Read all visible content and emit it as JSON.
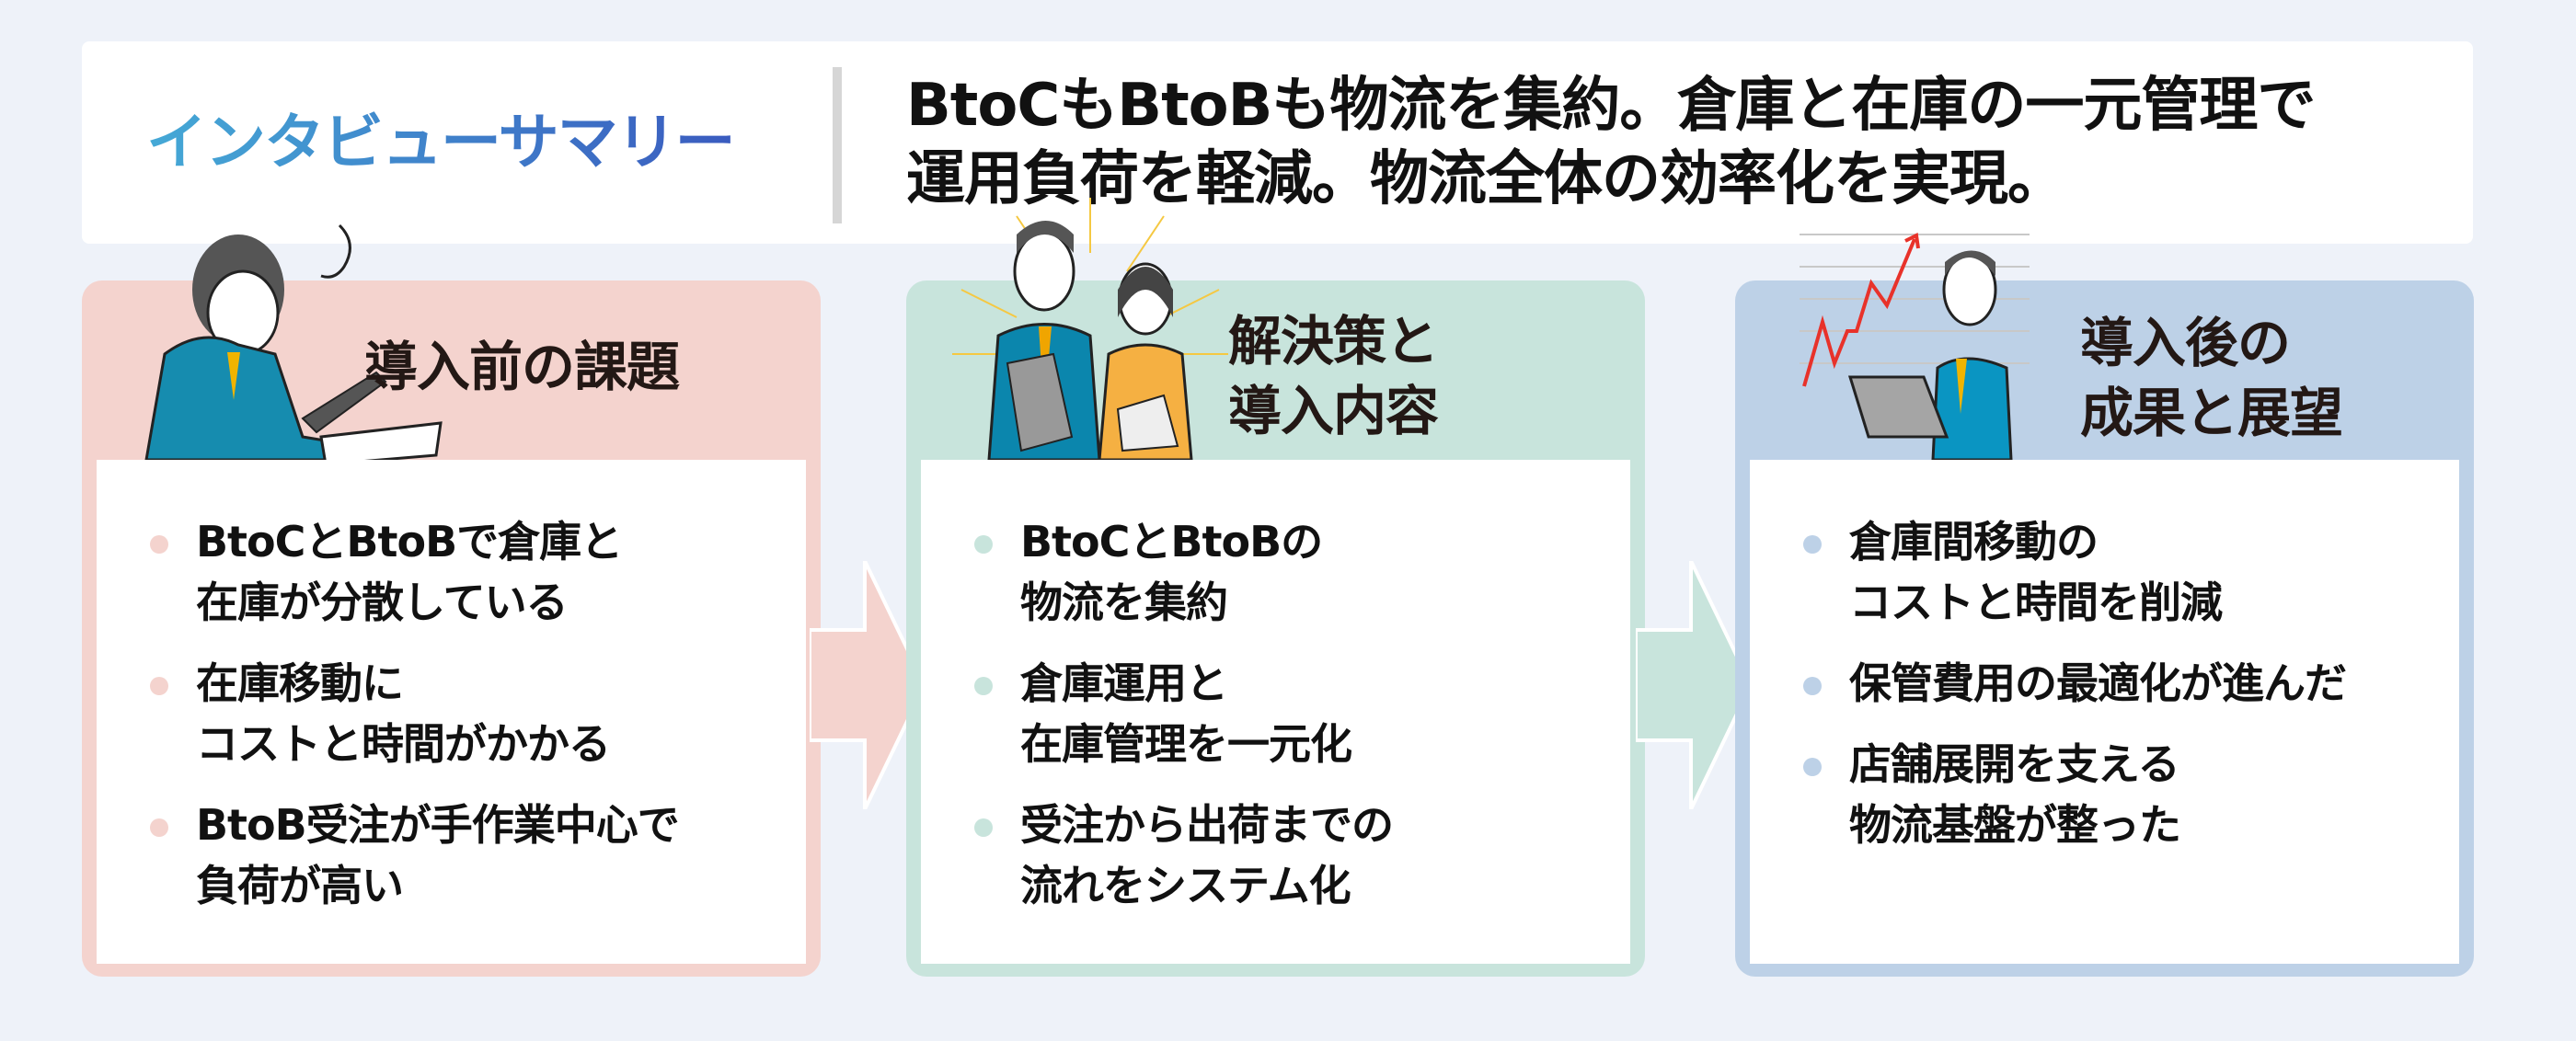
{
  "summary": {
    "label": "インタビューサマリー",
    "line1": "BtoCもBtoBも物流を集約。倉庫と在庫の一元管理で",
    "line2": "運用負荷を軽減。物流全体の効率化を実現。"
  },
  "colors": {
    "panel1": "#f4d3ce",
    "panel2": "#c8e4dc",
    "panel3": "#bdd1e7",
    "dot1": "#f4d3ce",
    "dot2": "#c8e4dc",
    "dot3": "#bdd1e7"
  },
  "panels": [
    {
      "heading": [
        "導入前の課題"
      ],
      "illustration": "worried-businessman-icon",
      "items": [
        "BtoCとBtoBで倉庫と\n在庫が分散している",
        "在庫移動に\nコストと時間がかかる",
        "BtoB受注が手作業中心で\n負荷が高い"
      ]
    },
    {
      "heading": [
        "解決策と",
        "導入内容"
      ],
      "illustration": "business-team-icon",
      "items": [
        "BtoCとBtoBの\n物流を集約",
        "倉庫運用と\n在庫管理を一元化",
        "受注から出荷までの\n流れをシステム化"
      ]
    },
    {
      "heading": [
        "導入後の",
        "成果と展望"
      ],
      "illustration": "successful-businessman-icon",
      "items": [
        "倉庫間移動の\nコストと時間を削減",
        "保管費用の最適化が進んだ",
        "店舗展開を支える\n物流基盤が整った"
      ]
    }
  ]
}
